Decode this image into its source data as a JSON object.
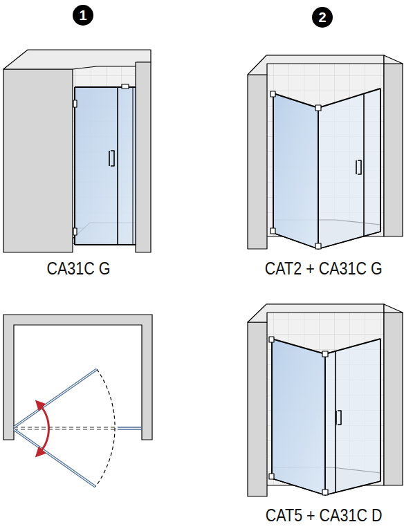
{
  "diagram": {
    "nodes": [
      {
        "text": [
          "1"
        ]
      },
      {
        "text": [
          "2"
        ]
      }
    ],
    "labels": [
      "CA31C G",
      "CAT2 + CA31C G",
      "CAT5 + CA31C D"
    ]
  }
}
